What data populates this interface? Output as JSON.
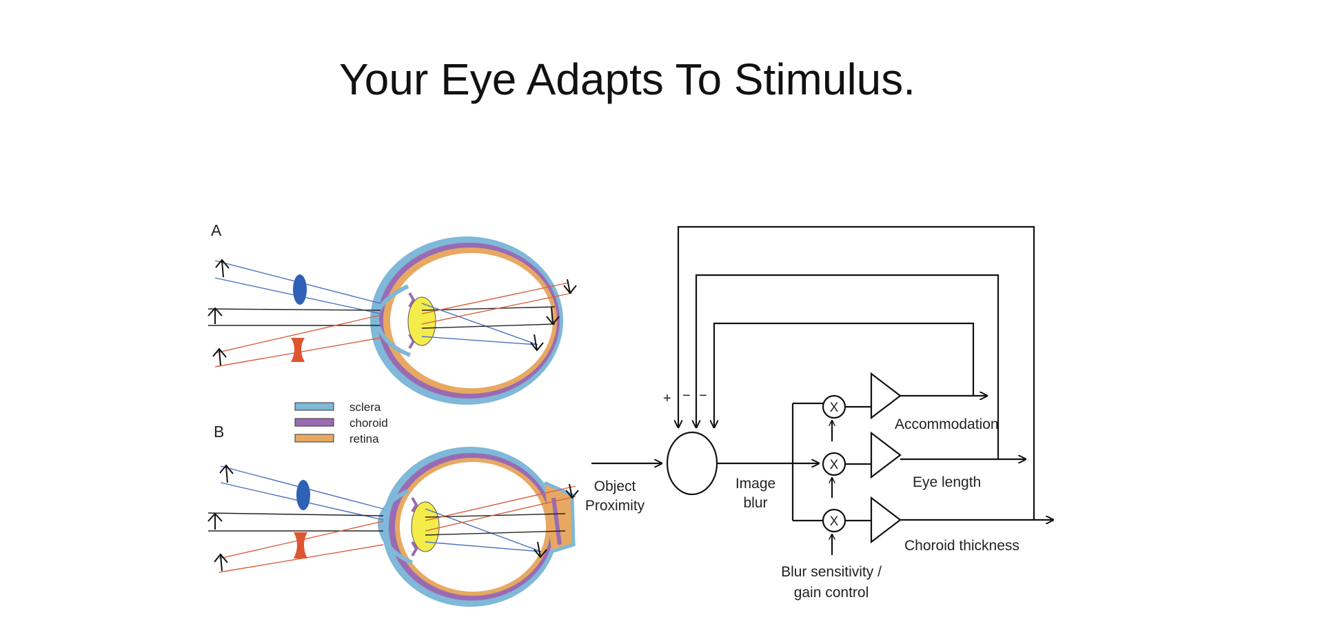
{
  "title": "Your Eye Adapts To Stimulus.",
  "panels": {
    "a": "A",
    "b": "B"
  },
  "legend": [
    {
      "label": "sclera",
      "color": "#7fb8d8"
    },
    {
      "label": "choroid",
      "color": "#9a6bb3"
    },
    {
      "label": "retina",
      "color": "#e7a961"
    }
  ],
  "colors": {
    "lens": "#f3ec4a",
    "concave_lens": "#dd5531",
    "convex_lens": "#2f62b6",
    "ray_red": "#d9603e",
    "ray_blue": "#4a6fc0",
    "ray_black": "#222222"
  },
  "signs": {
    "plus": "+",
    "minus1": "−",
    "minus2": "−"
  },
  "multiplier_symbol": "X",
  "labels": {
    "object_proximity_1": "Object",
    "object_proximity_2": "Proximity",
    "image_blur_1": "Image",
    "image_blur_2": "blur",
    "accommodation": "Accommodation",
    "eye_length": "Eye length",
    "choroid_thickness": "Choroid thickness",
    "gain_1": "Blur sensitivity /",
    "gain_2": "gain control"
  }
}
